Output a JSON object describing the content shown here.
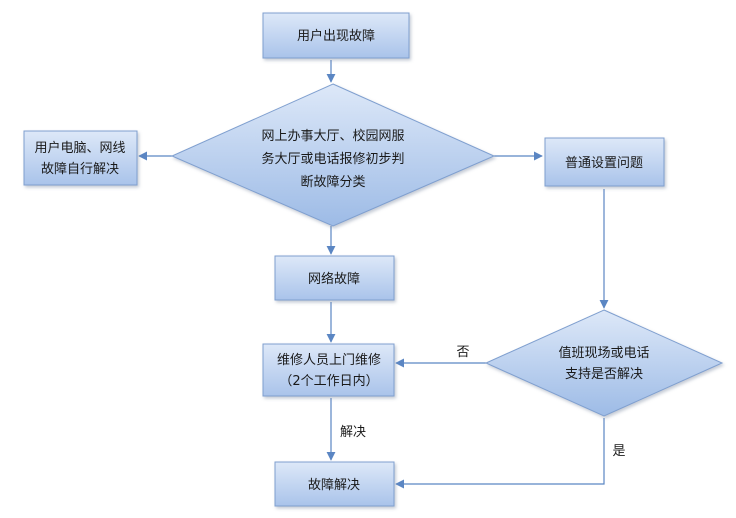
{
  "diagram": {
    "nodes": {
      "start": "用户出现故障",
      "decision_main_l1": "网上办事大厅、校园网服",
      "decision_main_l2": "务大厅或电话报修初步判",
      "decision_main_l3": "断故障分类",
      "self_fix_l1": "用户电脑、网线",
      "self_fix_l2": "故障自行解决",
      "common_settings": "普通设置问题",
      "network_fault": "网络故障",
      "repair_l1": "维修人员上门维修",
      "repair_l2": "（2个工作日内）",
      "decision_duty_l1": "值班现场或电话",
      "decision_duty_l2": "支持是否解决",
      "resolved": "故障解决"
    },
    "edges": {
      "no_label": "否",
      "yes_label": "是",
      "solved_label": "解决"
    }
  }
}
